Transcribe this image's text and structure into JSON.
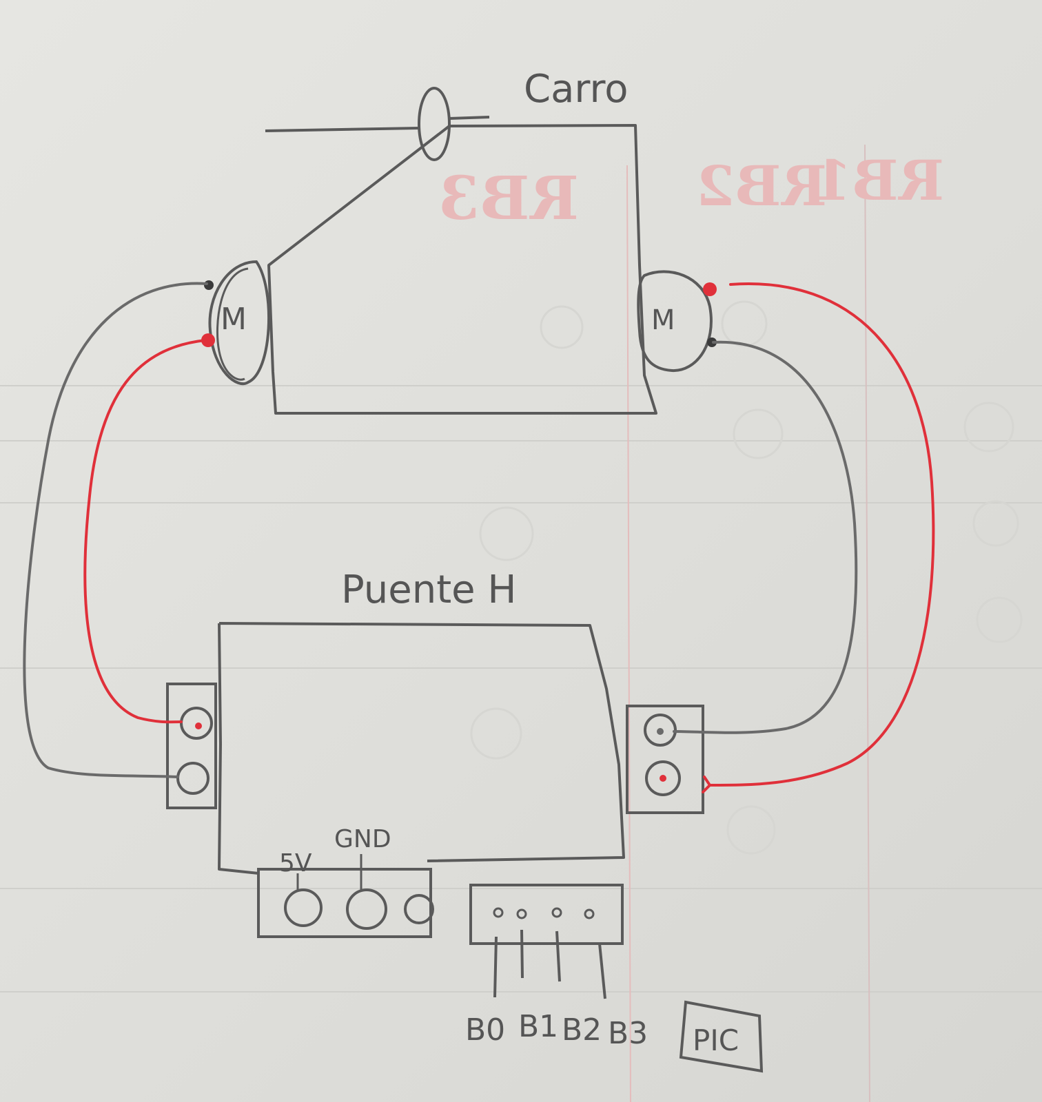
{
  "labels": {
    "carro": "Carro",
    "puente": "Puente H",
    "motor_left": "M",
    "motor_right": "M",
    "v5": "5V",
    "gnd": "GND",
    "pin_b0": "B0",
    "pin_b1": "B1",
    "pin_b2": "B2",
    "pin_b3": "B3",
    "pic": "PIC"
  },
  "bleed_through": {
    "rb3": "RB3",
    "rb2": "RB2",
    "rb1": "RB1"
  },
  "colors": {
    "paper": "#e2e2de",
    "pencil": "#5a5a5a",
    "wire_red": "#e0303a",
    "wire_gray": "#6a6a6a",
    "ghost_red": "#e8b9b9"
  }
}
